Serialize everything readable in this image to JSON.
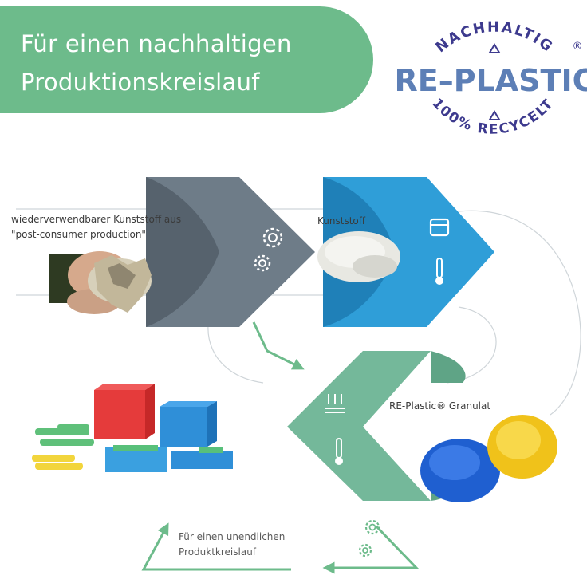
{
  "header": {
    "line1": "Für einen nachhaltigen",
    "line2": "Produktionskreislauf",
    "color": "#6dbb8b"
  },
  "seal": {
    "top_text": "NACHHALTIG",
    "brand": "RE–PLASTIC",
    "registered": "®",
    "bottom_text": "100% RECYCELT",
    "text_color": "#3d3a8e",
    "brand_color": "#5d7fb6"
  },
  "flow": {
    "step1_label_line1": "wiederverwendbarer Kunststoff aus",
    "step1_label_line2": "\"post-consumer production\"",
    "step2_label": "Kunststoff",
    "step3_label": "RE-Plastic® Granulat",
    "loop_label_line1": "Für einen unendlichen",
    "loop_label_line2": "Produktkreislauf"
  },
  "icons": [
    "gear-icon",
    "paint-bucket-icon",
    "thermometer-icon",
    "pressure-arrows-icon",
    "recycle-icon",
    "loop-arrow-icon"
  ],
  "colors": {
    "gray_chevron": "#6e7c88",
    "blue_chevron": "#2f9ed8",
    "green_chevron": "#74b89a",
    "arrow_green": "#6dbb8b"
  }
}
